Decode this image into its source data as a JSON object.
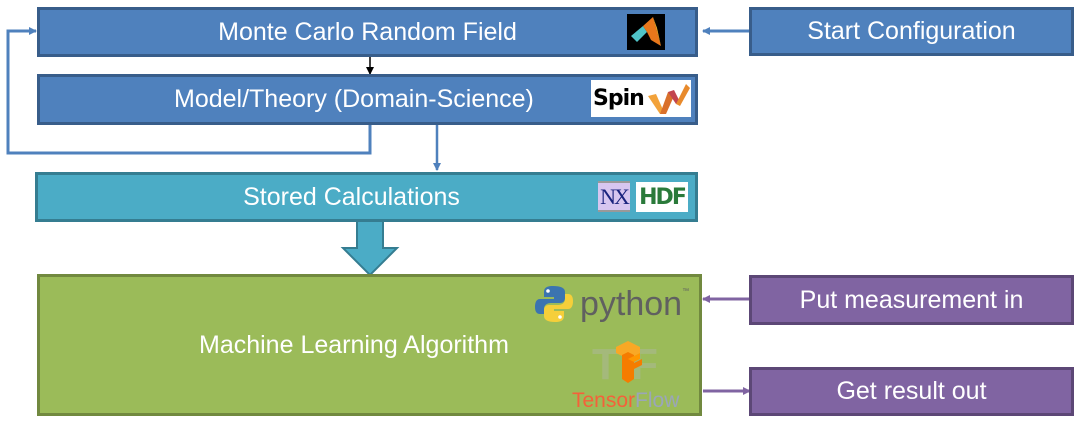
{
  "diagram": {
    "nodes": {
      "monte_carlo": {
        "label": "Monte Carlo Random Field",
        "logo": "matlab-icon"
      },
      "model_theory": {
        "label": "Model/Theory (Domain-Science)",
        "logo": "spinw-logo",
        "logo_text": "Spin"
      },
      "stored_calc": {
        "label": "Stored Calculations",
        "logos": [
          "nexus-logo",
          "hdf-logo"
        ],
        "nexus_text": "NX",
        "hdf_text": "HDF"
      },
      "ml_algorithm": {
        "label": "Machine Learning Algorithm",
        "logos": [
          "python-logo",
          "tensorflow-logo"
        ],
        "python_text": "python",
        "python_tm": "™",
        "tf_text_a": "Tensor",
        "tf_text_b": "Flow"
      },
      "start_config": {
        "label": "Start Configuration"
      },
      "put_measurement": {
        "label": "Put measurement in"
      },
      "get_result": {
        "label": "Get result out"
      }
    },
    "edges": [
      {
        "from": "start_config",
        "to": "monte_carlo"
      },
      {
        "from": "monte_carlo",
        "to": "model_theory"
      },
      {
        "from": "model_theory",
        "to": "monte_carlo",
        "type": "feedback-loop"
      },
      {
        "from": "model_theory",
        "to": "stored_calc"
      },
      {
        "from": "stored_calc",
        "to": "ml_algorithm",
        "type": "block-arrow"
      },
      {
        "from": "put_measurement",
        "to": "ml_algorithm"
      },
      {
        "from": "ml_algorithm",
        "to": "get_result"
      }
    ],
    "colors": {
      "blue": "#4f81bd",
      "teal": "#4bacc6",
      "green": "#9bbb59",
      "purple": "#8064a2"
    }
  }
}
